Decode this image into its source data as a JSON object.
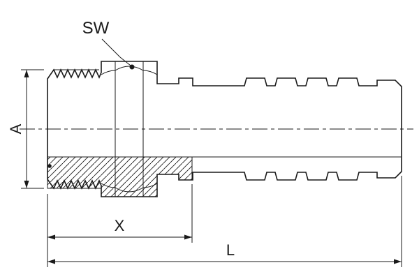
{
  "drawing": {
    "labels": {
      "sw": "SW",
      "a": "A",
      "x": "X",
      "l": "L"
    },
    "colors": {
      "line": "#1a1a1a",
      "background": "#ffffff"
    }
  }
}
